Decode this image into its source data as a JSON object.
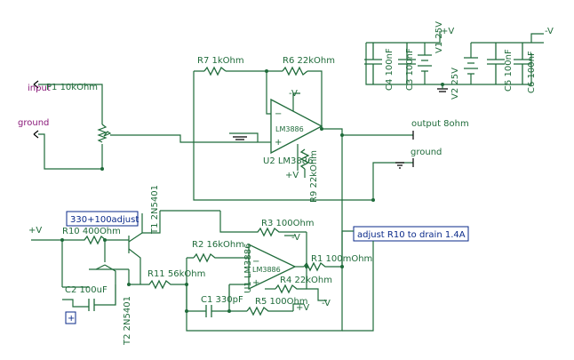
{
  "ports": {
    "input": "input",
    "ground_in": "ground",
    "output": "output 8ohm",
    "ground_out": "ground"
  },
  "supplies": {
    "plus_v": "+V",
    "minus_v": "-V",
    "plus_v_bottom": "+V"
  },
  "components": {
    "P1": "P1 10kOhm",
    "R7": "R7 1kOhm",
    "R6": "R6 22kOhm",
    "U2_name": "LM3886",
    "U2": "U2 LM3886",
    "R9": "R9 22kOhm",
    "C4": "C4 100nF",
    "C3": "C3 100nF",
    "V1": "V1 25V",
    "V2": "V2 25V",
    "C5": "C5 100nF",
    "C6": "C6 100nF",
    "T1": "T1 2N5401",
    "T2": "T2 2N5401",
    "R10": "R10 400Ohm",
    "C2": "C2 100uF",
    "R11": "R11 56kOhm",
    "R3": "R3 100Ohm",
    "R2": "R2 16kOhm",
    "U1_name": "LM3886",
    "U1": "U1 LM3886",
    "R1": "R1 100mOhm",
    "R4": "R4 22kOhm",
    "C1": "C1 330pF",
    "R5": "R5 100Ohm"
  },
  "notes": {
    "note1": "330+100adjust",
    "note2": "adjust R10 to drain 1.4A",
    "plus_box": "+"
  },
  "pins": {
    "minus": "−",
    "plus": "+",
    "minus_v_small": "-V",
    "plus_v_small": "+V",
    "minus_v_u1": "-V",
    "plus_v_u1": "+V"
  }
}
